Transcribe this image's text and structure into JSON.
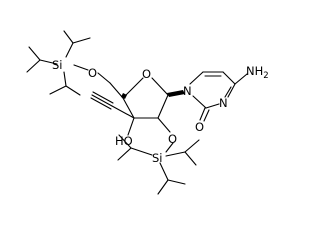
{
  "labels": {
    "si_top": "Si",
    "o_silyl_ether": "O",
    "o_ring": "O",
    "n1": "N",
    "nh2": "NH",
    "nh2_sub": "2",
    "n3": "N",
    "o_carbonyl": "O",
    "ho": "HO",
    "o_2prime": "O",
    "si_bottom": "Si"
  }
}
